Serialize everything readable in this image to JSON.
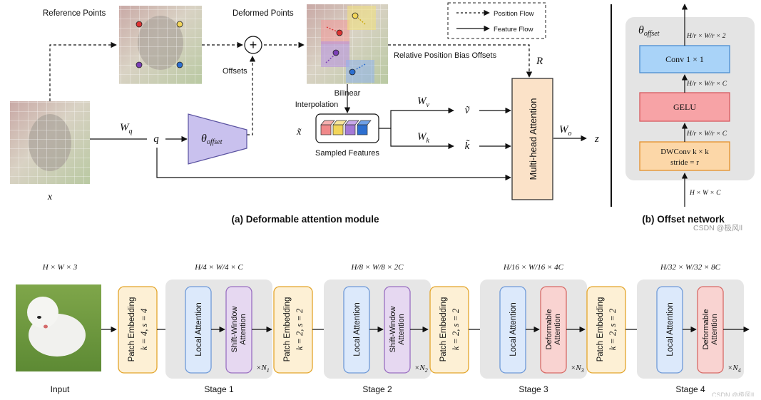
{
  "panel_a": {
    "caption": "(a)  Deformable attention module",
    "reference_points_label": "Reference Points",
    "deformed_points_label": "Deformed Points",
    "offsets_label": "Offsets",
    "rel_pos_label": "Relative Position Bias Offsets",
    "bilinear_line1": "Bilinear",
    "bilinear_line2": "Interpolation",
    "sampled_features_label": "Sampled Features",
    "legend_position_flow": "Position Flow",
    "legend_feature_flow": "Feature Flow",
    "x_label": "x",
    "wq_label": "W",
    "wq_sub": "q",
    "q_label": "q",
    "theta_label": "θ",
    "theta_sub": "offset",
    "plus_symbol": "+",
    "xtilde_label": "x̃",
    "wv_label": "W",
    "wv_sub": "v",
    "wk_label": "W",
    "wk_sub": "k",
    "vtilde_label": "ṽ",
    "ktilde_label": "k̃",
    "r_label": "R",
    "mha_label": "Multi-head Attention",
    "wo_label": "W",
    "wo_sub": "o",
    "z_label": "z"
  },
  "panel_b": {
    "caption": "(b)  Offset network",
    "theta_label": "θ",
    "theta_sub": "offset",
    "dim_top": "H/r × W/r × 2",
    "dim_mid1": "H/r × W/r × C",
    "dim_mid2": "H/r × W/r × C",
    "dim_bottom": "H × W × C",
    "conv_label": "Conv 1 × 1",
    "gelu_label": "GELU",
    "dwconv_line1": "DWConv k × k",
    "dwconv_line2": "stride = r"
  },
  "watermark_top": "CSDN @极风ll",
  "watermark_bottom": "CSDN @极风ll",
  "pipeline": {
    "input_dim": "H × W × 3",
    "input_label": "Input",
    "patch_embed_title": "Patch Embedding",
    "patch_params": [
      "k = 4,  s = 4",
      "k = 2,  s = 2",
      "k = 2,  s = 2",
      "k = 2,  s = 2"
    ],
    "stages": [
      {
        "label": "Stage 1",
        "dim": "H/4 × W/4 × C",
        "block1": "Local Attention",
        "block2": "Shift-Window Attention",
        "repeat": "×N",
        "repeat_sub": "1"
      },
      {
        "label": "Stage 2",
        "dim": "H/8 × W/8 × 2C",
        "block1": "Local Attention",
        "block2": "Shift-Window Attention",
        "repeat": "×N",
        "repeat_sub": "2"
      },
      {
        "label": "Stage 3",
        "dim": "H/16 × W/16 × 4C",
        "block1": "Local Attention",
        "block2": "Deformable Attention",
        "repeat": "×N",
        "repeat_sub": "3"
      },
      {
        "label": "Stage 4",
        "dim": "H/32 × W/32 × 8C",
        "block1": "Local Attention",
        "block2": "Deformable Attention",
        "repeat": "×N",
        "repeat_sub": "4"
      }
    ]
  },
  "colors": {
    "patch_fill": "#fdf0d5",
    "patch_stroke": "#e3a52b",
    "local_fill": "#dce9fb",
    "local_stroke": "#6f9ad8",
    "shift_fill": "#e6d8f1",
    "shift_stroke": "#9a6fc1",
    "deform_fill": "#f9d3d1",
    "deform_stroke": "#d86a66",
    "stage_bg": "#e6e6e6",
    "mha_fill": "#fbe2c8",
    "mha_stroke": "#333333",
    "theta_fill": "#c9c1ee",
    "theta_stroke": "#5a52a0",
    "conv_fill": "#a9d3f8",
    "conv_stroke": "#4b8dd1",
    "gelu_fill": "#f7a3a6",
    "gelu_stroke": "#d65a60",
    "dw_fill": "#fcd7a8",
    "dw_stroke": "#e3902b"
  }
}
